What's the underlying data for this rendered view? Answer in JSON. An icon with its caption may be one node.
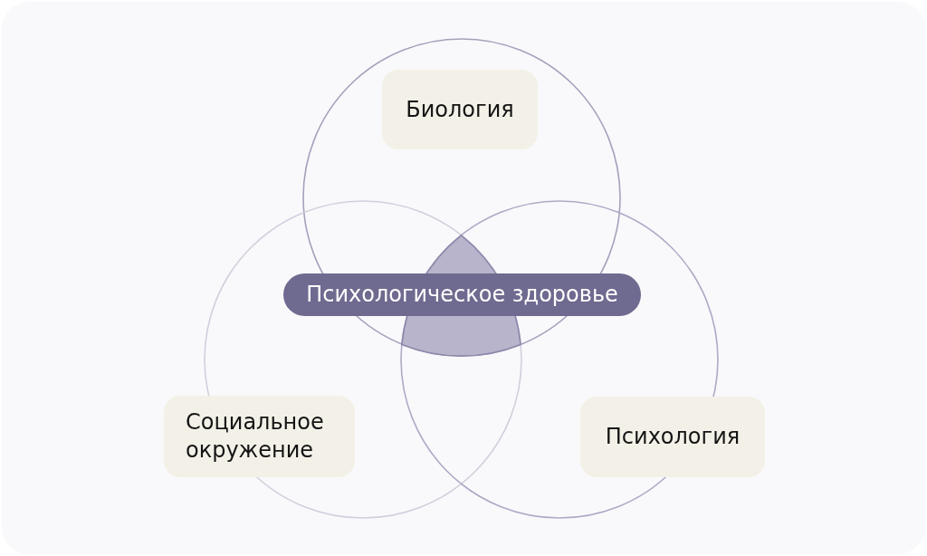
{
  "diagram": {
    "nodes": [
      {
        "text": [
          "Биология"
        ]
      },
      {
        "text": [
          "Психологическое здоровье"
        ]
      },
      {
        "text": [
          "Социальное окружение"
        ]
      },
      {
        "text": [
          "Психология"
        ]
      }
    ]
  }
}
